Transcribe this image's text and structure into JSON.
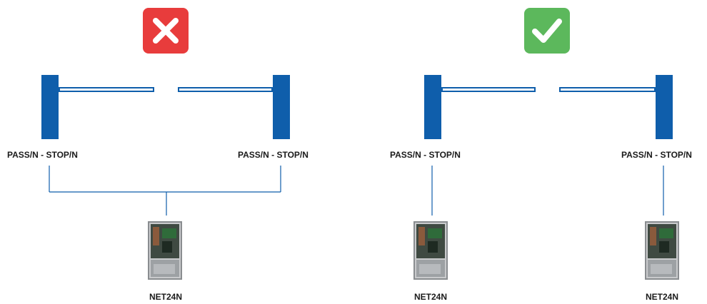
{
  "colors": {
    "accent_blue": "#0f5eab",
    "wrong_red": "#e83c3c",
    "right_green": "#5cb85c"
  },
  "diagrams": [
    {
      "status": "incorrect",
      "status_icon": "cross-icon",
      "barrier_left_label": "PASS/N - STOP/N",
      "barrier_right_label": "PASS/N - STOP/N",
      "controllers": [
        {
          "label": "NET24N"
        }
      ]
    },
    {
      "status": "correct",
      "status_icon": "checkmark-icon",
      "barrier_left_label": "PASS/N - STOP/N",
      "barrier_right_label": "PASS/N - STOP/N",
      "controllers": [
        {
          "label": "NET24N"
        },
        {
          "label": "NET24N"
        }
      ]
    }
  ]
}
